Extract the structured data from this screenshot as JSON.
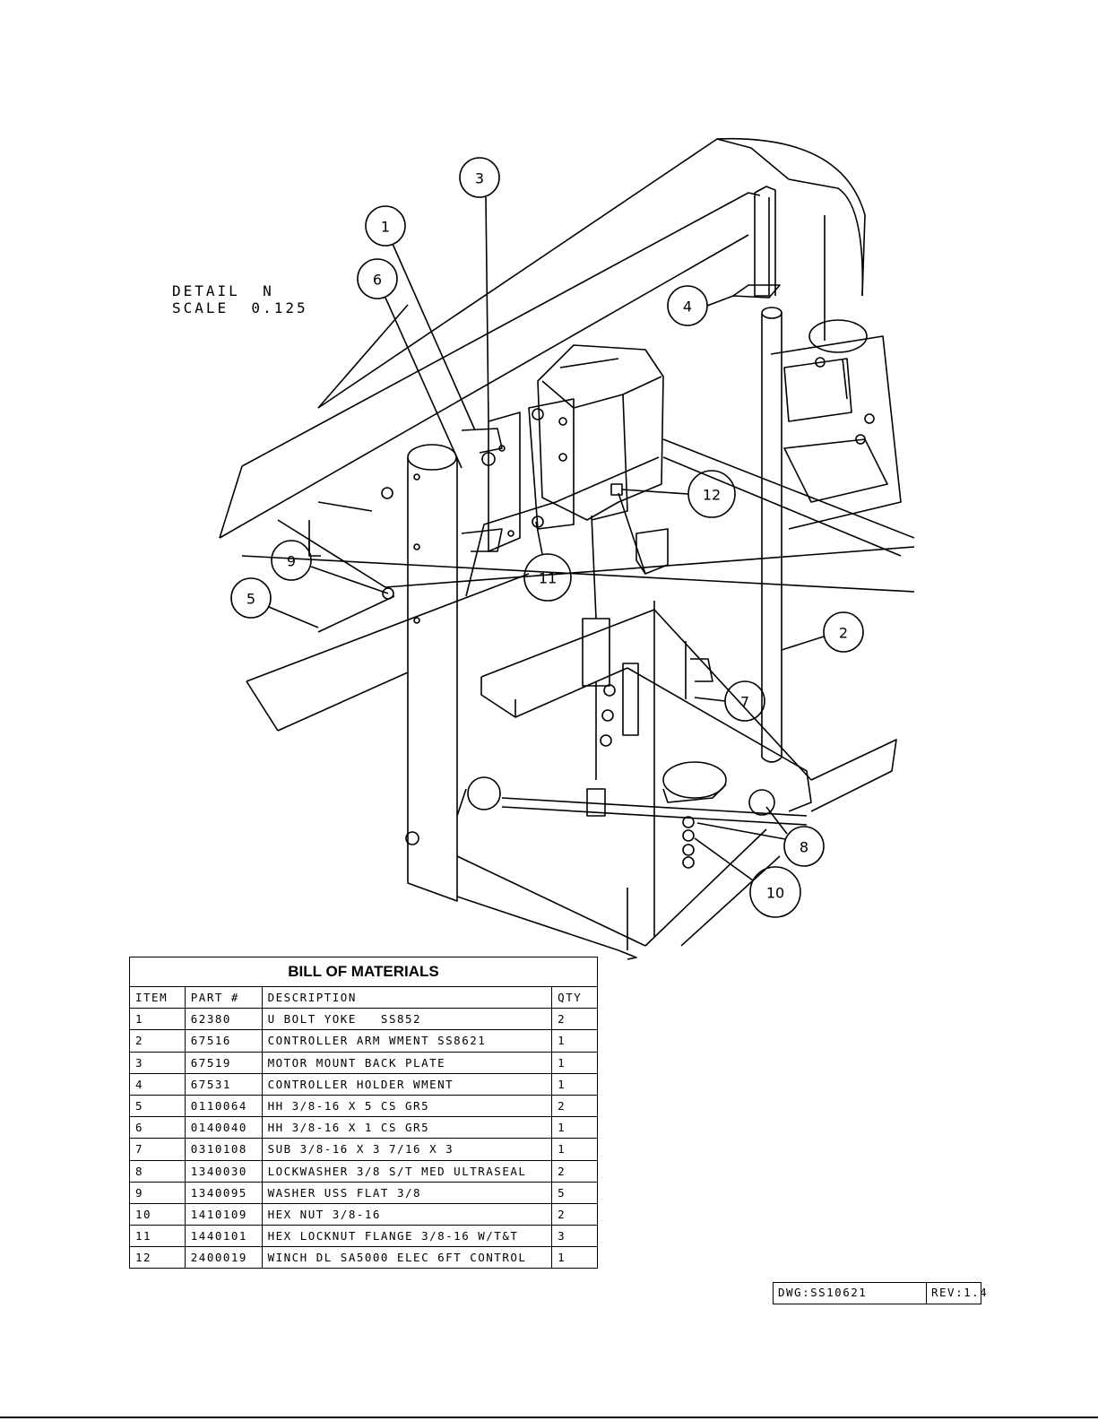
{
  "detail": {
    "line1": "DETAIL  N",
    "line2": "SCALE  0.125"
  },
  "balloons": [
    {
      "id": "1",
      "label": "1"
    },
    {
      "id": "2",
      "label": "2"
    },
    {
      "id": "3",
      "label": "3"
    },
    {
      "id": "4",
      "label": "4"
    },
    {
      "id": "5",
      "label": "5"
    },
    {
      "id": "6",
      "label": "6"
    },
    {
      "id": "7",
      "label": "7"
    },
    {
      "id": "8",
      "label": "8"
    },
    {
      "id": "9",
      "label": "9"
    },
    {
      "id": "10",
      "label": "10"
    },
    {
      "id": "11",
      "label": "11"
    },
    {
      "id": "12",
      "label": "12"
    }
  ],
  "bom": {
    "title": "BILL OF MATERIALS",
    "headers": [
      "ITEM",
      "PART #",
      "DESCRIPTION",
      "QTY"
    ],
    "rows": [
      [
        "1",
        "62380",
        "U BOLT YOKE   SS852",
        "2"
      ],
      [
        "2",
        "67516",
        "CONTROLLER ARM WMENT SS8621",
        "1"
      ],
      [
        "3",
        "67519",
        "MOTOR MOUNT BACK PLATE",
        "1"
      ],
      [
        "4",
        "67531",
        "CONTROLLER HOLDER WMENT",
        "1"
      ],
      [
        "5",
        "0110064",
        "HH 3/8-16 X 5 CS GR5",
        "2"
      ],
      [
        "6",
        "0140040",
        "HH 3/8-16 X 1 CS GR5",
        "1"
      ],
      [
        "7",
        "0310108",
        "SUB 3/8-16 X 3 7/16 X 3",
        "1"
      ],
      [
        "8",
        "1340030",
        "LOCKWASHER 3/8 S/T MED ULTRASEAL",
        "2"
      ],
      [
        "9",
        "1340095",
        "WASHER USS FLAT 3/8",
        "5"
      ],
      [
        "10",
        "1410109",
        "HEX NUT 3/8-16",
        "2"
      ],
      [
        "11",
        "1440101",
        "HEX LOCKNUT FLANGE 3/8-16 W/T&T",
        "3"
      ],
      [
        "12",
        "2400019",
        "WINCH DL SA5000 ELEC 6FT CONTROL",
        "1"
      ]
    ]
  },
  "title_block": {
    "dwg": "DWG:SS10621",
    "rev": "REV:1.4"
  }
}
